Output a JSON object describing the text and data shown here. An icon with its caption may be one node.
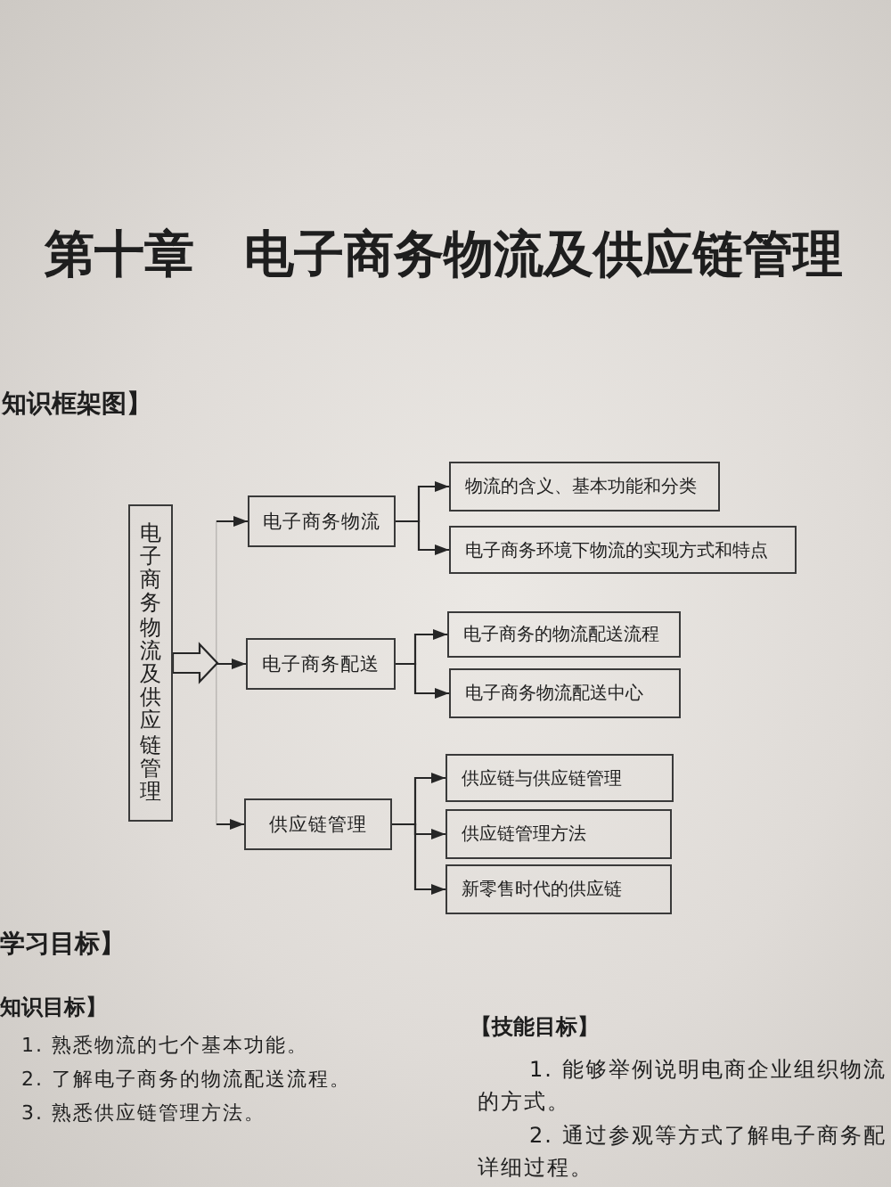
{
  "diagram": {
    "title": "第十章　电子商务物流及供应链管理",
    "nodes": [
      {
        "text": [
          "电子商务物流及供应链管理"
        ]
      },
      {
        "text": [
          "电子商务物流"
        ]
      },
      {
        "text": [
          "物流的含义、基本功能和分类"
        ]
      },
      {
        "text": [
          "电子商务环境下物流的实现方式和特点"
        ]
      },
      {
        "text": [
          "电子商务配送"
        ]
      },
      {
        "text": [
          "电子商务的物流配送流程"
        ]
      },
      {
        "text": [
          "电子商务物流配送中心"
        ]
      },
      {
        "text": [
          "供应链管理"
        ]
      },
      {
        "text": [
          "供应链与供应链管理"
        ]
      },
      {
        "text": [
          "供应链管理方法"
        ]
      },
      {
        "text": [
          "新零售时代的供应链"
        ]
      }
    ],
    "edges": [
      {
        "from": 0,
        "to": 1,
        "arrow": "to"
      },
      {
        "from": 0,
        "to": 4,
        "arrow": "to"
      },
      {
        "from": 0,
        "to": 7,
        "arrow": "to"
      },
      {
        "from": 1,
        "to": 2,
        "arrow": "to"
      },
      {
        "from": 1,
        "to": 3,
        "arrow": "to"
      },
      {
        "from": 4,
        "to": 5,
        "arrow": "to"
      },
      {
        "from": 4,
        "to": 6,
        "arrow": "to"
      },
      {
        "from": 7,
        "to": 8,
        "arrow": "to"
      },
      {
        "from": 7,
        "to": 9,
        "arrow": "to"
      },
      {
        "from": 7,
        "to": 10,
        "arrow": "to"
      }
    ],
    "labels": [
      "知识框架图】",
      "学习目标】",
      "知识目标】",
      "1. 熟悉物流的七个基本功能。",
      "2. 了解电子商务的物流配送流程。",
      "3. 熟悉供应链管理方法。",
      "【技能目标】",
      "1. 能够举例说明电商企业组织物流",
      "的方式。",
      "2. 通过参观等方式了解电子商务配",
      "详细过程。"
    ]
  }
}
